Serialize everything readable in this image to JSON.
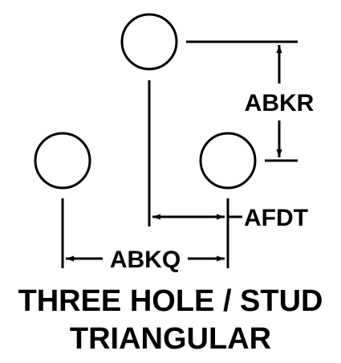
{
  "diagram": {
    "dimensions": {
      "vertical_offset": "ABKR",
      "short_horizontal": "AFDT",
      "long_horizontal": "ABKQ"
    },
    "title_line_1": "THREE HOLE / STUD",
    "title_line_2": "TRIANGULAR"
  },
  "colors": {
    "ink": "#000000",
    "background": "#ffffff"
  }
}
